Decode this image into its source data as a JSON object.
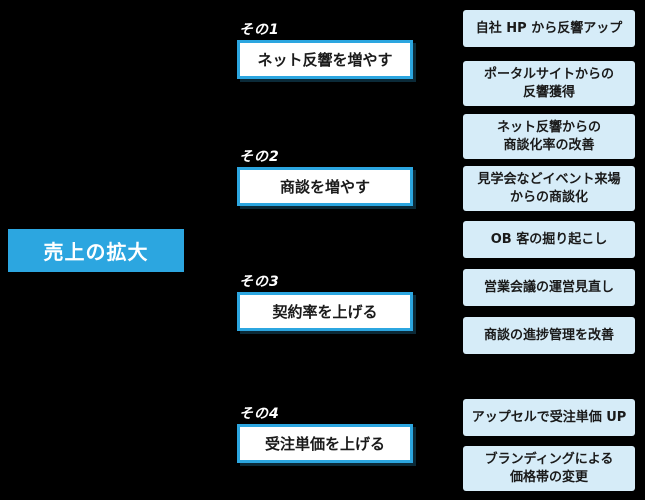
{
  "colors": {
    "background": "#000000",
    "accent_blue": "#2ca6e0",
    "action_box_bg": "#d6ecf8",
    "step_box_bg": "#ffffff",
    "step_text": "#1a1a1a",
    "root_text": "#ffffff",
    "tag_text": "#ffffff"
  },
  "root": {
    "label": "売上の拡大"
  },
  "steps": [
    {
      "tag": "その1",
      "label": "ネット反響を増やす"
    },
    {
      "tag": "その2",
      "label": "商談を増やす"
    },
    {
      "tag": "その3",
      "label": "契約率を上げる"
    },
    {
      "tag": "その4",
      "label": "受注単価を上げる"
    }
  ],
  "actions": [
    {
      "label": "自社 HP から反響アップ"
    },
    {
      "label": "ポータルサイトからの\n反響獲得"
    },
    {
      "label": "ネット反響からの\n商談化率の改善"
    },
    {
      "label": "見学会などイベント来場\nからの商談化"
    },
    {
      "label": "OB 客の掘り起こし"
    },
    {
      "label": "営業会議の運営見直し"
    },
    {
      "label": "商談の進捗管理を改善"
    },
    {
      "label": "アップセルで受注単価 UP"
    },
    {
      "label": "ブランディングによる\n価格帯の変更"
    }
  ]
}
